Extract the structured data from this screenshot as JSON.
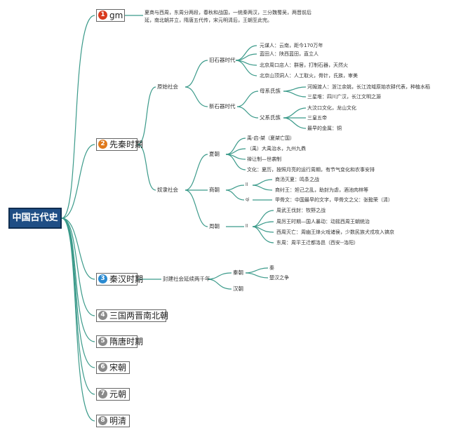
{
  "root": {
    "label": "中国古代史"
  },
  "branches": [
    {
      "num": "1",
      "label": "gm",
      "color": "#d93a1e"
    },
    {
      "num": "2",
      "label": "先秦时期",
      "color": "#e07a1d"
    },
    {
      "num": "3",
      "label": "秦汉时期",
      "color": "#2a8ad1"
    },
    {
      "num": "4",
      "label": "三国两晋南北朝",
      "color": "#8a8a8a"
    },
    {
      "num": "5",
      "label": "隋唐时期",
      "color": "#8a8a8a"
    },
    {
      "num": "6",
      "label": "宋朝",
      "color": "#8a8a8a"
    },
    {
      "num": "7",
      "label": "元朝",
      "color": "#8a8a8a"
    },
    {
      "num": "8",
      "label": "明清",
      "color": "#8a8a8a"
    }
  ],
  "gm_note": "夏商与西周，东周分两段，春秋和战国，一统秦两汉，三分魏蜀吴，两晋前后延，南北朝并立，隋唐五代传，宋元明清后，王朝至此完。",
  "xianqin": {
    "yuanshi": {
      "label": "原始社会",
      "jiushiqi": {
        "label": "旧石器时代",
        "items": [
          "元谋人：云南，距今170万年",
          "蓝田人：陕西蓝田，直立人",
          "北京周口店人：群居，打制石器，天然火",
          "北京山顶洞人：人工取火，骨针，氏族，审美"
        ]
      },
      "xinshiqi": {
        "label": "新石器时代",
        "muxi": {
          "label": "母系氏族",
          "items": [
            "河姆渡人：浙江余姚，长江流域原始农耕代表，种植水稻",
            "三星堆：四川广汉，长江文明之源"
          ]
        },
        "fuxi": {
          "label": "父系氏族",
          "items": [
            "大汶口文化，龙山文化",
            "三皇五帝",
            "最早的金属：铜"
          ]
        }
      }
    },
    "nuli": {
      "label": "奴隶社会",
      "xia": {
        "label": "夏朝",
        "items": [
          "禹-启-桀（夏桀亡国）",
          "（禹）大禹治水，九州九鼎",
          "禅让制—世袭制",
          "文化：夏历，按照月亮的运行周期，有节气变化和农事安排"
        ]
      },
      "shang": {
        "label": "商朝",
        "k1": "ll",
        "k2": "qi",
        "items": [
          "商汤灭夏：鸣条之战",
          "商纣王：妲己之乱，助封为虐，酒池肉林等"
        ],
        "item3": "甲骨文：中国最早的文字，甲骨文之父：张懿荣（清）"
      },
      "zhou": {
        "label": "周朝",
        "k1": "ll",
        "items": [
          "周武王伐封：牧野之战",
          "周厉王时期—国人暴动：动摇西周王朝统治",
          "西周灭亡：周幽王烽火戏诸侯，少数民族犬戎攻入镐京",
          "东周：周平王迁都洛邑（西安--洛阳）"
        ]
      }
    }
  },
  "qinhan": {
    "label": "封建社会延续两千年",
    "qin": {
      "label": "秦朝",
      "items": [
        "秦",
        "楚汉之争"
      ]
    },
    "han": {
      "label": "汉朝"
    }
  },
  "colors": {
    "line": "#3b9a8a",
    "root_bg": "#1f4e85"
  }
}
